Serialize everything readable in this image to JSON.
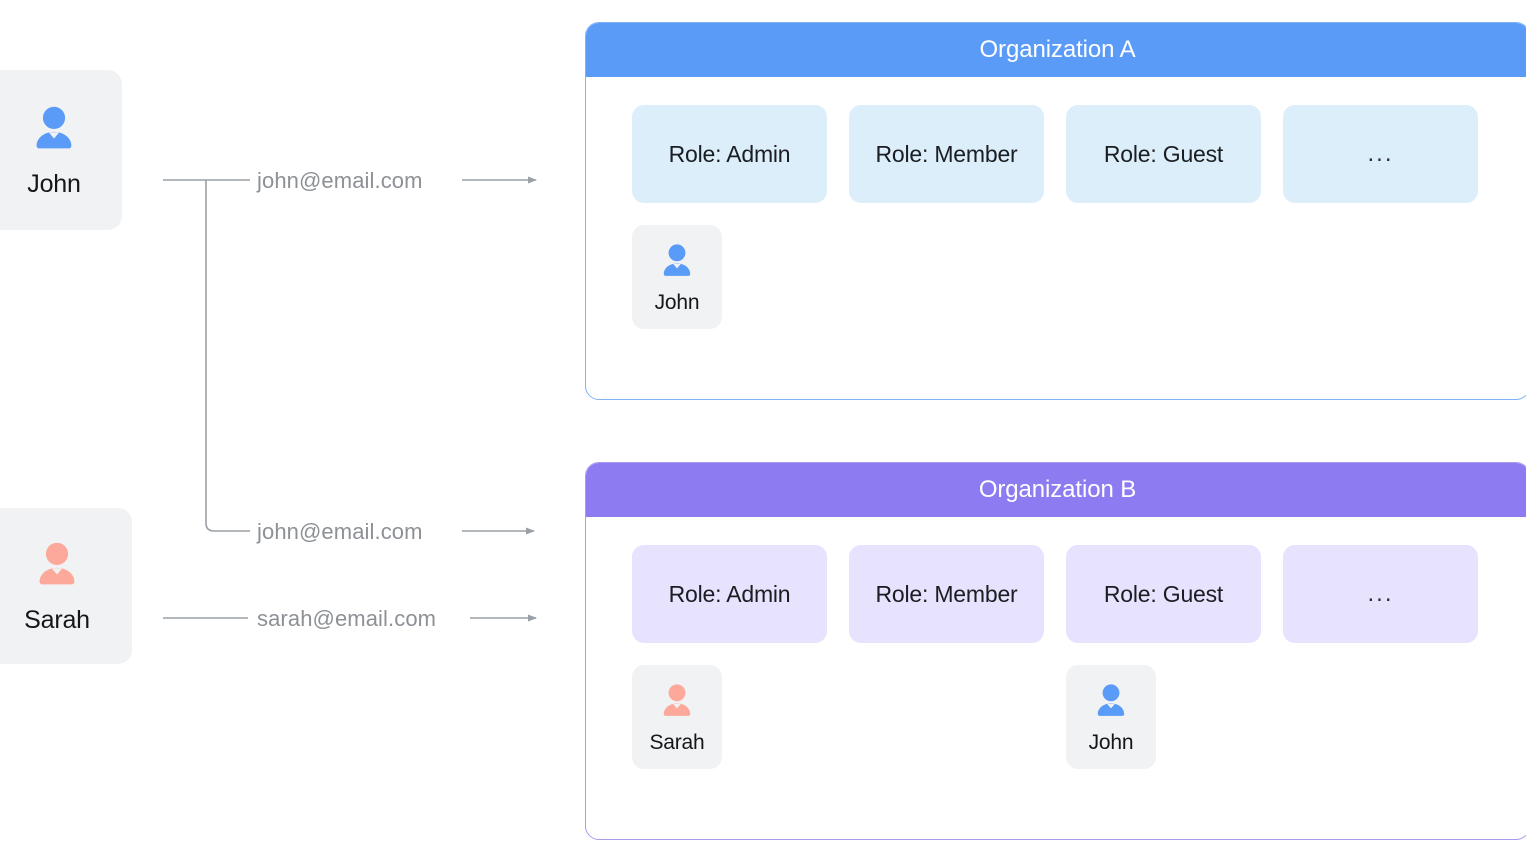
{
  "colors": {
    "org_a_header": "#5b9bf8",
    "org_a_border": "#7fb3f5",
    "org_a_chip": "#ddeefb",
    "org_b_header": "#8d7bf2",
    "org_b_border": "#a99bf0",
    "org_b_chip": "#e7e2fd",
    "avatar_blue": "#5b9bf8",
    "avatar_pink": "#fca99b",
    "card_bg": "#f1f2f3",
    "edge_line": "#9aa0a6",
    "edge_text": "#8d9196"
  },
  "people": [
    {
      "name": "John",
      "avatar": "person-icon",
      "avatar_color": "blue"
    },
    {
      "name": "Sarah",
      "avatar": "person-icon",
      "avatar_color": "pink"
    }
  ],
  "connections": [
    {
      "label": "john@email.com",
      "from": "John",
      "to": "Organization A"
    },
    {
      "label": "john@email.com",
      "from": "John",
      "to": "Organization B"
    },
    {
      "label": "sarah@email.com",
      "from": "Sarah",
      "to": "Organization B"
    }
  ],
  "organizations": [
    {
      "title": "Organization A",
      "roles": [
        "Role: Admin",
        "Role: Member",
        "Role: Guest",
        "..."
      ],
      "members": [
        {
          "name": "John",
          "avatar_color": "blue",
          "slot": 0
        }
      ]
    },
    {
      "title": "Organization B",
      "roles": [
        "Role: Admin",
        "Role: Member",
        "Role: Guest",
        "..."
      ],
      "members": [
        {
          "name": "Sarah",
          "avatar_color": "pink",
          "slot": 0
        },
        {
          "name": "John",
          "avatar_color": "blue",
          "slot": 2
        }
      ]
    }
  ]
}
